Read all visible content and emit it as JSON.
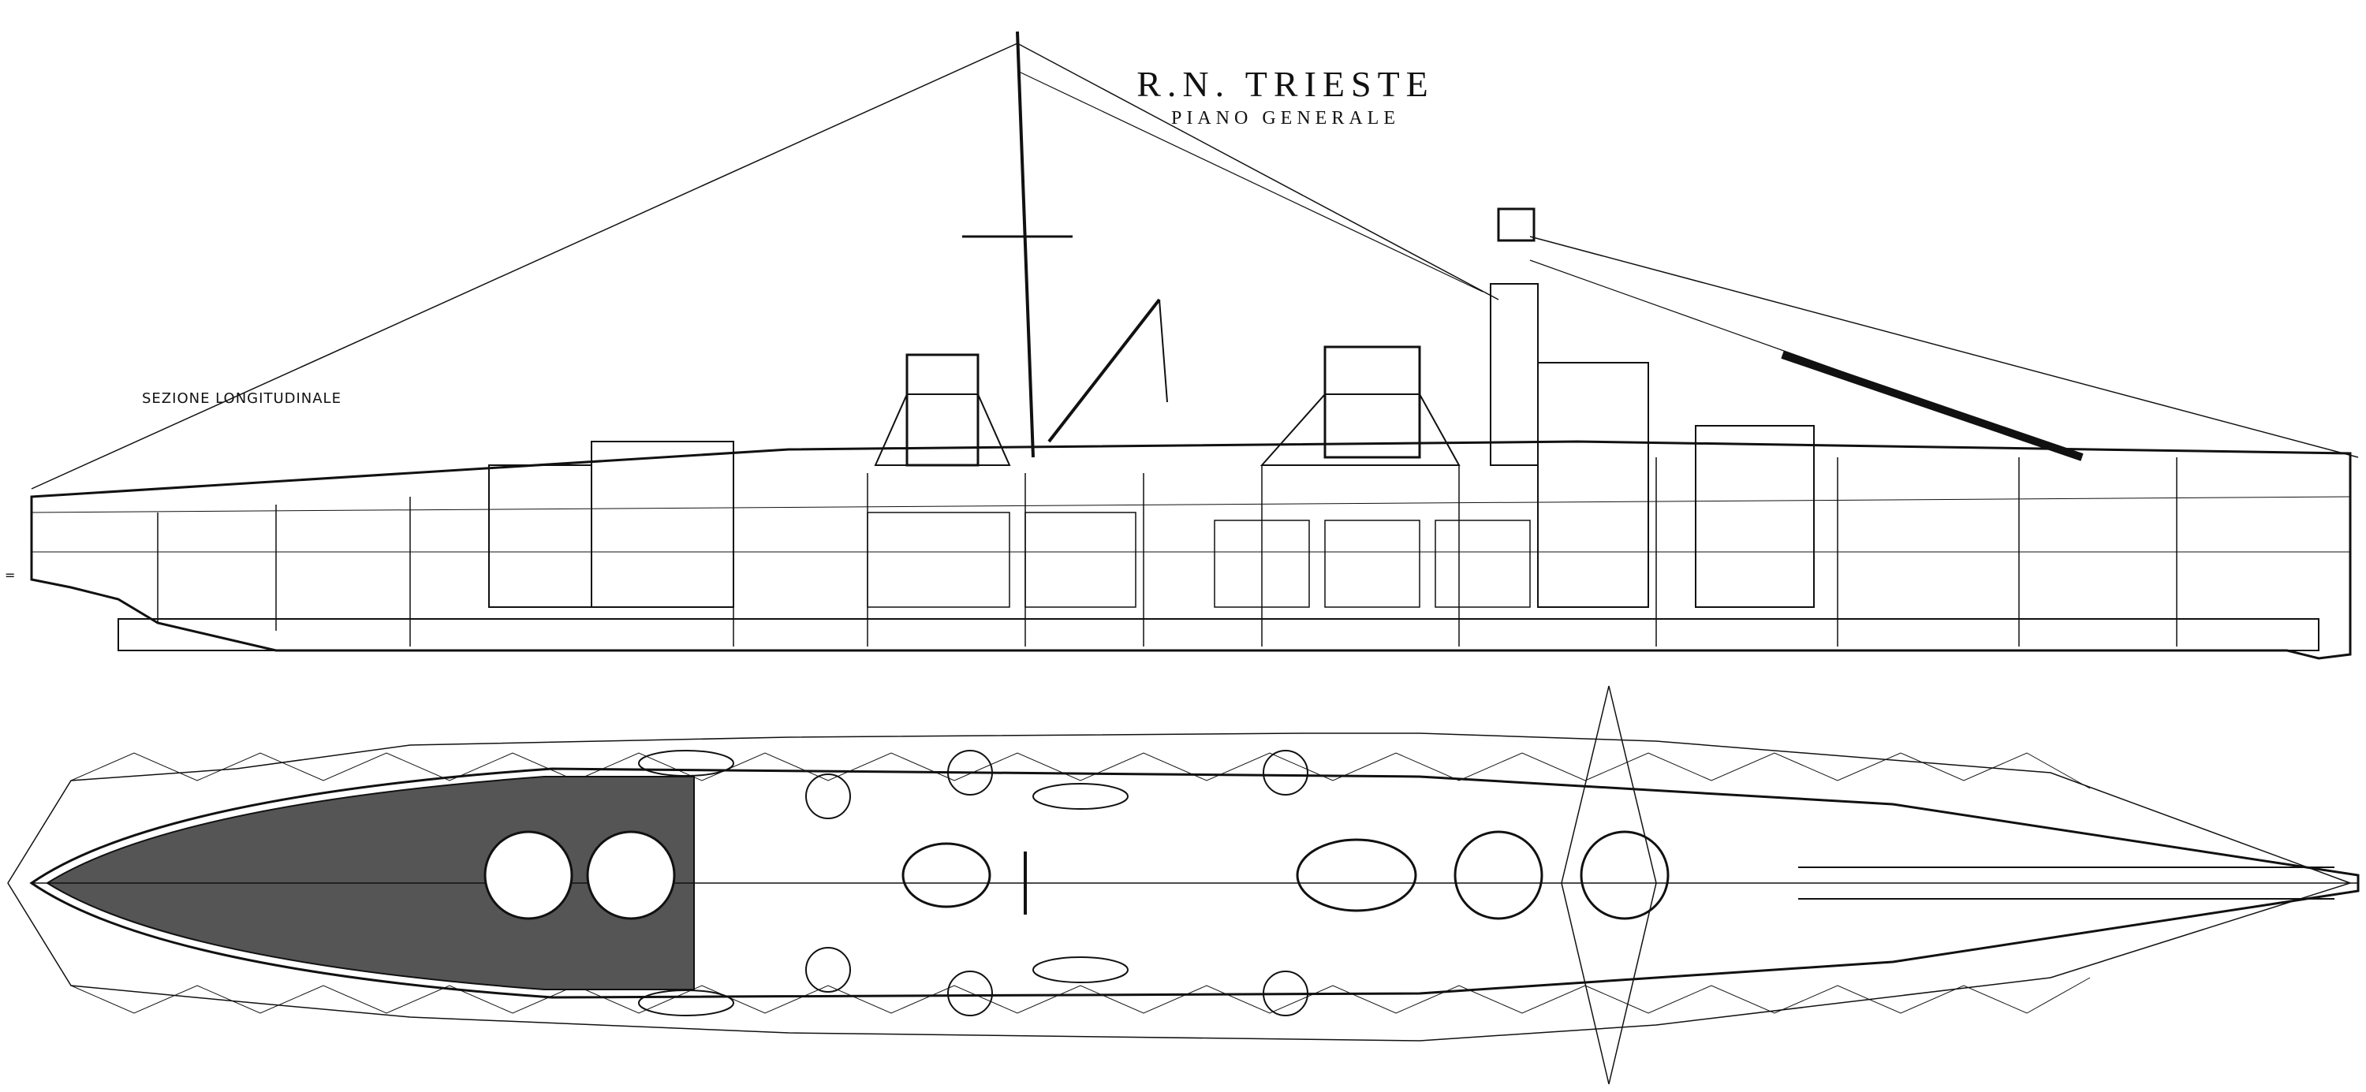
{
  "drawing": {
    "title": "R.N. TRIESTE",
    "subtitle": "PIANO GENERALE",
    "section_label": "SEZIONE LONGITUDINALE",
    "margin_mark": "="
  },
  "colors": {
    "ink": "#111111",
    "paper": "#ffffff",
    "shade": "#555555"
  }
}
